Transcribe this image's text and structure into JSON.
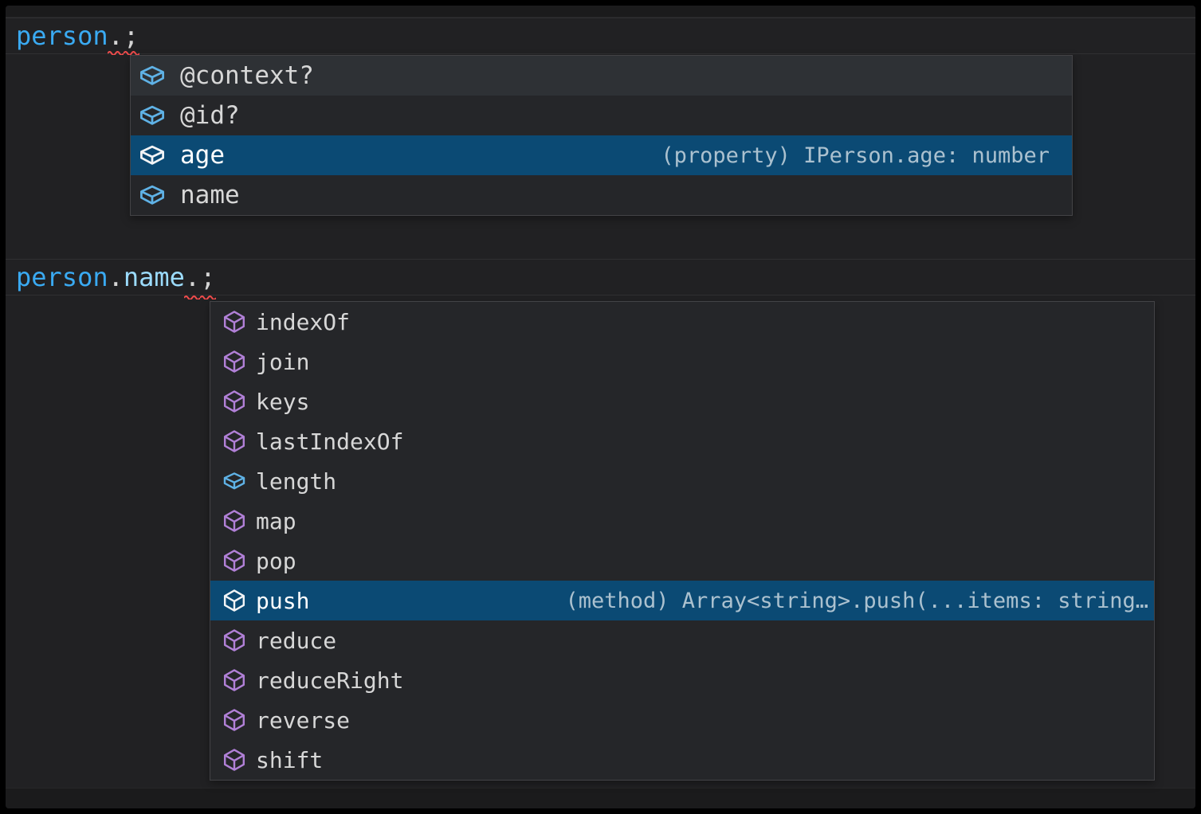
{
  "colors": {
    "editor_background": "#212123",
    "band_background": "#1b1b1c",
    "list_background": "#252629",
    "list_border": "#434346",
    "hover_background": "#2e3135",
    "selection_background": "#0b4a74",
    "label_color": "#d7d7d7",
    "selected_label_color": "#ffffff",
    "detail_color": "rgba(255,255,255,0.66)",
    "icon_field": "#5fb2e6",
    "icon_method": "#b180d7",
    "icon_selected": "#f2f4f6",
    "error_squiggle": "#f14c4c",
    "token_object": "#3aaaf2",
    "token_property": "#9cdcfe",
    "token_punctuation": "#d4d4d4"
  },
  "code": {
    "line1": {
      "object": "person",
      "dot": ".",
      "semicolon": ";"
    },
    "line2": {
      "object": "person",
      "dot1": ".",
      "property": "name",
      "dot2": ".",
      "semicolon": ";"
    }
  },
  "suggest_person": {
    "items": [
      {
        "label": "@context?",
        "kind": "field",
        "state": "hover"
      },
      {
        "label": "@id?",
        "kind": "field",
        "state": "normal"
      },
      {
        "label": "age",
        "kind": "field",
        "state": "selected",
        "detail": "(property) IPerson.age: number"
      },
      {
        "label": "name",
        "kind": "field",
        "state": "normal"
      }
    ]
  },
  "suggest_name": {
    "items": [
      {
        "label": "indexOf",
        "kind": "method",
        "state": "normal"
      },
      {
        "label": "join",
        "kind": "method",
        "state": "normal"
      },
      {
        "label": "keys",
        "kind": "method",
        "state": "normal"
      },
      {
        "label": "lastIndexOf",
        "kind": "method",
        "state": "normal"
      },
      {
        "label": "length",
        "kind": "field",
        "state": "normal"
      },
      {
        "label": "map",
        "kind": "method",
        "state": "normal"
      },
      {
        "label": "pop",
        "kind": "method",
        "state": "normal"
      },
      {
        "label": "push",
        "kind": "method",
        "state": "selected",
        "detail": "(method) Array<string>.push(...items: string…"
      },
      {
        "label": "reduce",
        "kind": "method",
        "state": "normal"
      },
      {
        "label": "reduceRight",
        "kind": "method",
        "state": "normal"
      },
      {
        "label": "reverse",
        "kind": "method",
        "state": "normal"
      },
      {
        "label": "shift",
        "kind": "method",
        "state": "normal"
      }
    ]
  }
}
